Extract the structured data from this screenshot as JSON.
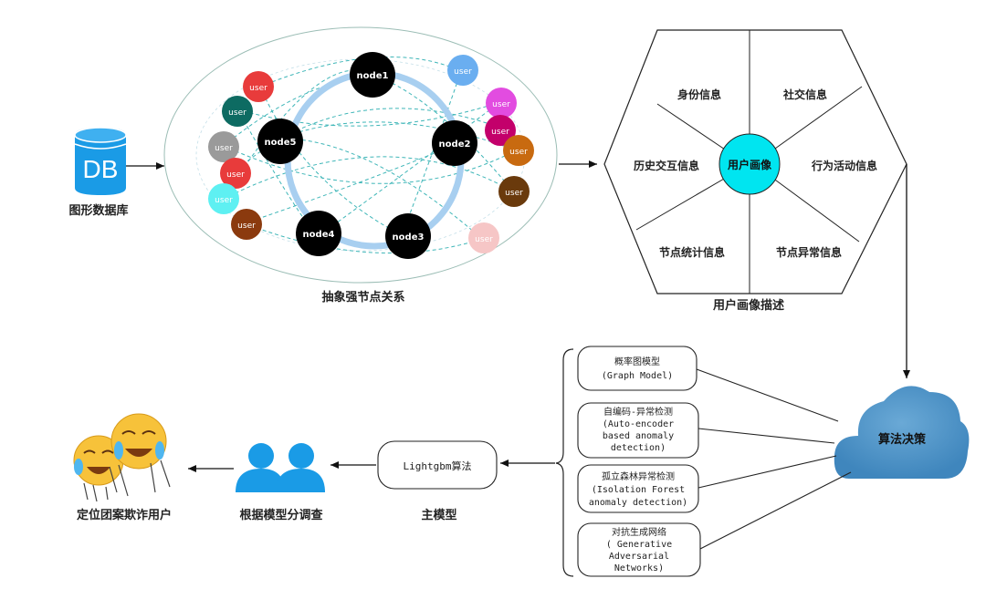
{
  "database": {
    "icon_text": "DB",
    "label": "图形数据库"
  },
  "graph": {
    "caption": "抽象强节点关系",
    "nodes": [
      "node1",
      "node2",
      "node3",
      "node4",
      "node5"
    ],
    "user_label": "user"
  },
  "portrait": {
    "center": "用户画像",
    "segments": [
      "身份信息",
      "社交信息",
      "行为活动信息",
      "节点异常信息",
      "节点统计信息",
      "历史交互信息"
    ],
    "caption": "用户画像描述"
  },
  "algo": {
    "label": "算法决策"
  },
  "models": [
    {
      "lines": [
        "概率图模型",
        "(Graph Model)"
      ]
    },
    {
      "lines": [
        "自编码-异常检测",
        "(Auto-encoder",
        "based anomaly",
        "detection)"
      ]
    },
    {
      "lines": [
        "孤立森林异常检测",
        "(Isolation Forest",
        "anomaly detection)"
      ]
    },
    {
      "lines": [
        "对抗生成网络",
        "( Generative",
        "Adversarial",
        "Networks)"
      ]
    }
  ],
  "main_model": {
    "box": "Lightgbm算法",
    "caption": "主模型"
  },
  "investigate": {
    "caption": "根据模型分调查"
  },
  "locate": {
    "caption": "定位团案欺诈用户"
  },
  "colors": {
    "db_blue": "#1a9be6",
    "ring_blue": "#a8cff0",
    "center_cyan": "#00e5f0",
    "cloud_blue": "#4b93c7",
    "people_blue": "#1a9be6",
    "emoji_yellow": "#f7c23a"
  }
}
